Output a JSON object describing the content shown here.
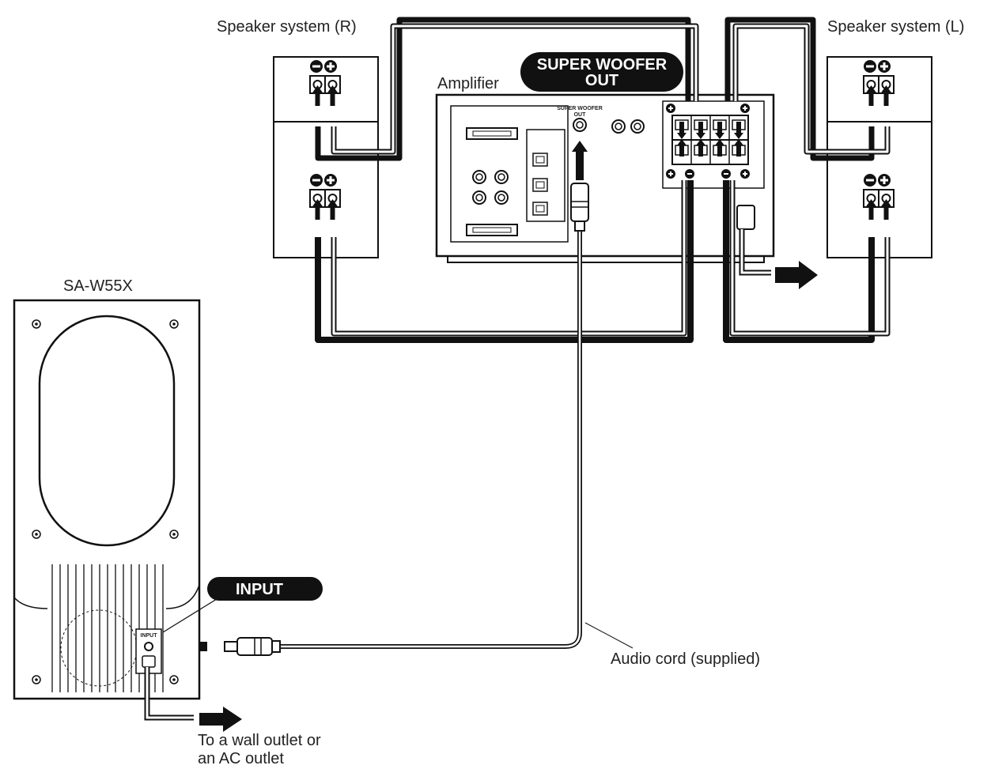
{
  "labels": {
    "speaker_right": "Speaker system (R)",
    "speaker_left": "Speaker system (L)",
    "amplifier": "Amplifier",
    "super_woofer_out_line1": "SUPER WOOFER",
    "super_woofer_out_line2": "OUT",
    "panel_super_woofer_line1": "SUPER WOOFER",
    "panel_super_woofer_line2": "OUT",
    "subwoofer_model": "SA-W55X",
    "input": "INPUT",
    "panel_input": "INPUT",
    "audio_cord": "Audio cord (supplied)",
    "wall_outlet_line1": "To a wall outlet or",
    "wall_outlet_line2": "an AC outlet"
  },
  "icons": {
    "terminal_polarity": "minus-plus-icon",
    "arrow": "arrow-icon"
  },
  "colors": {
    "line": "#111111",
    "background": "#ffffff",
    "pill": "#111111"
  }
}
